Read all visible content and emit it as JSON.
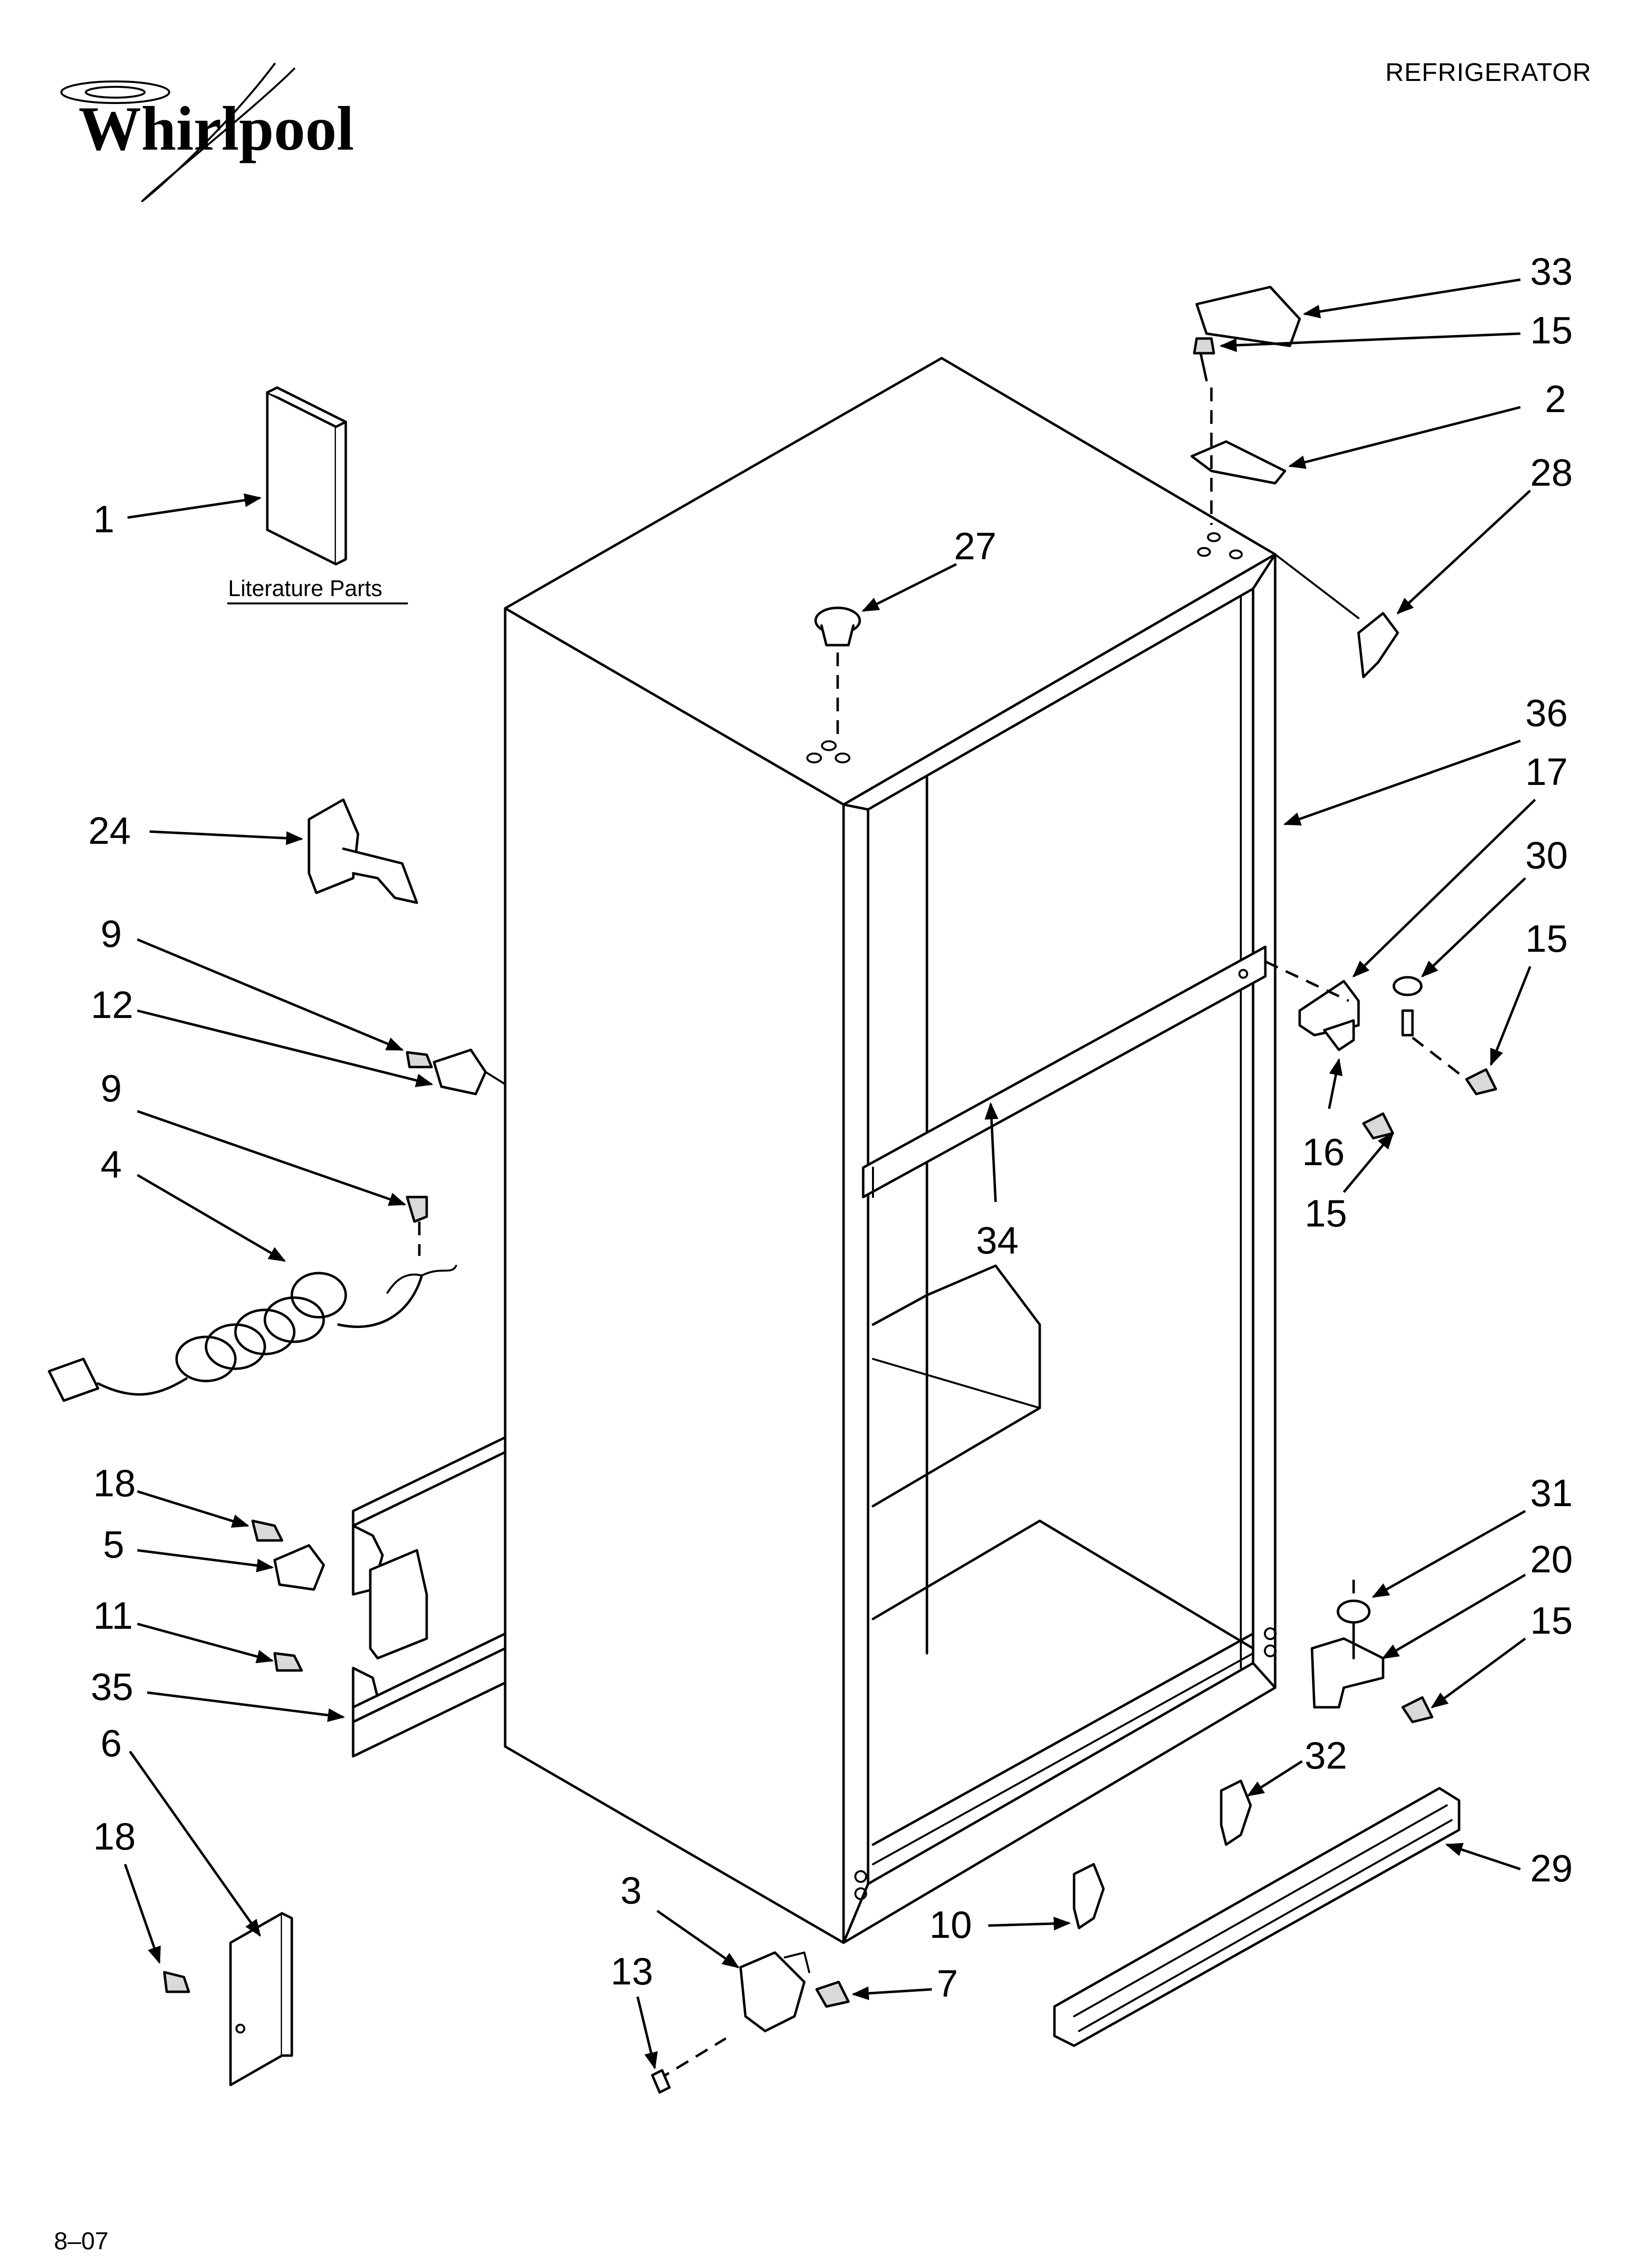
{
  "brand": "Whirlpool",
  "header_title": "REFRIGERATOR",
  "literature_label": "Literature Parts",
  "footer_code": "8–07",
  "callouts": [
    "1",
    "33",
    "15",
    "2",
    "28",
    "27",
    "36",
    "17",
    "30",
    "15",
    "24",
    "9",
    "12",
    "9",
    "4",
    "16",
    "15",
    "34",
    "18",
    "5",
    "11",
    "35",
    "6",
    "18",
    "31",
    "20",
    "15",
    "32",
    "29",
    "3",
    "13",
    "10",
    "7"
  ]
}
